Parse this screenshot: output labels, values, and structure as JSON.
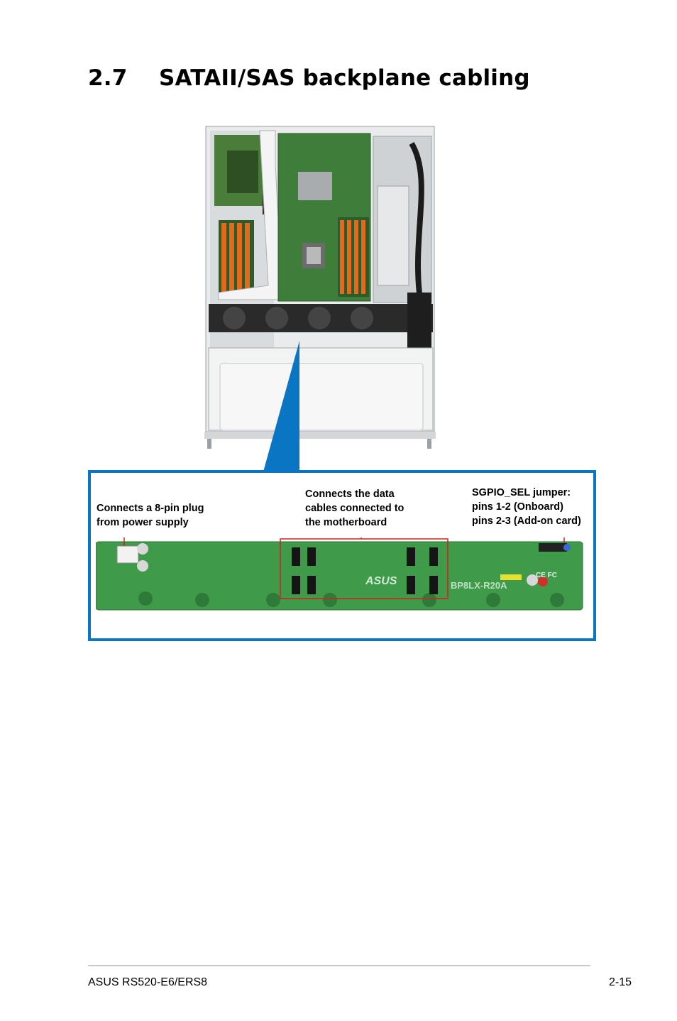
{
  "section": {
    "number": "2.7",
    "title": "SATAII/SAS backplane cabling"
  },
  "callouts": {
    "power": "Connects a 8-pin plug\nfrom power supply",
    "data": "Connects the data\ncables connected to\nthe motherboard",
    "sgpio": "SGPIO_SEL jumper:\npins 1-2 (Onboard)\npins 2-3 (Add-on card)"
  },
  "board_labels": {
    "brand": "ASUS",
    "model": "BP8LX-R20A",
    "cert": "CE FC"
  },
  "footer": {
    "manual": "ASUS RS520-E6/ERS8",
    "page": "2-15"
  },
  "colors": {
    "accent_blue": "#0a75c2",
    "pcb_green": "#3f9a4a",
    "highlight_red": "#d42020"
  }
}
